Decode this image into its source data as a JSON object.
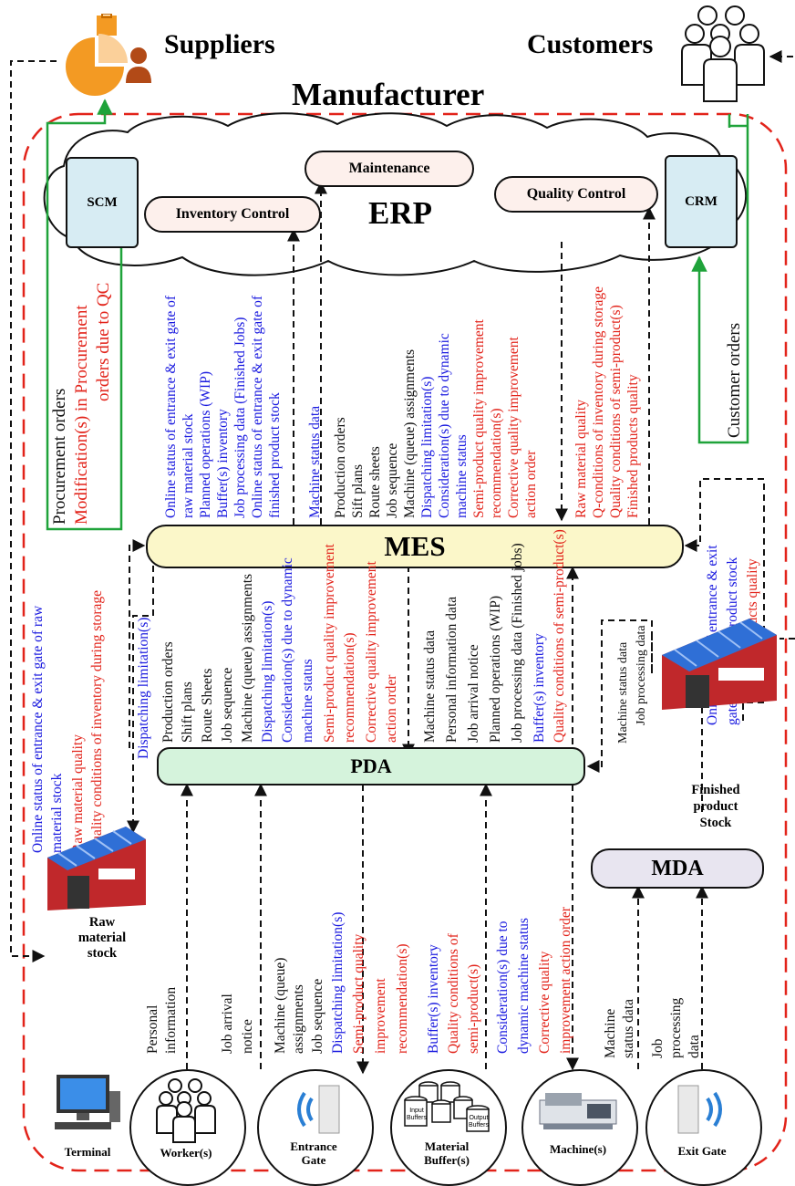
{
  "title": "Manufacturer",
  "suppliers": "Suppliers",
  "customers": "Customers",
  "erp": "ERP",
  "scm": "SCM",
  "crm": "CRM",
  "maintenance": "Maintenance",
  "inventory_control": "Inventory Control",
  "quality_control": "Quality Control",
  "mes": "MES",
  "pda": "PDA",
  "mda": "MDA",
  "scm_notes": {
    "line1": "Procurement orders",
    "line2": "Modification(s) in Procurement",
    "line3": "orders due to QC"
  },
  "customer_orders": "Customer orders",
  "inv_up": [
    "Online status of entrance & exit gate of",
    "raw material stock",
    "Planned operations (WIP)",
    "Buffer(s) inventory",
    "Job processing data (Finished Jobs)",
    "Online status of entrance & exit gate of",
    "finished product stock"
  ],
  "maint_up": "Machine status data",
  "erp_down": [
    "Production orders",
    "Sift plans",
    "Route sheets",
    "Job sequence",
    "Machine (queue) assignments",
    "Dispatching limitation(s)",
    "Consideration(s) due to dynamic",
    "machine status",
    "Semi-product quality improvement",
    "recommendation(s)",
    "Corrective quality improvement",
    "action order"
  ],
  "qc_up": [
    "Raw material quality",
    "Q-conditions of inventory during storage",
    "Quality conditions of semi-product(s)",
    "Finished products quality"
  ],
  "left_rm": [
    "Online status of entrance & exit gate of raw",
    "material stock",
    "Raw material quality",
    "Quality conditions of inventory during storage"
  ],
  "dispatching": "Dispatching limitation(s)",
  "mes_down": [
    "Production orders",
    "Shift plans",
    "Route Sheets",
    "Job sequence",
    "Machine (queue) assignments",
    "Dispatching limitation(s)",
    "Consideration(s) due to dynamic",
    "machine status",
    "Semi-product quality improvement",
    "recommendation(s)",
    "Corrective quality improvement",
    "action order"
  ],
  "pda_up": [
    "Machine status data",
    "Personal information data",
    "Job arrival notice",
    "Planned operations (WIP)",
    "Job processing data (Finished jobs)",
    "Buffer(s) inventory",
    "Quality conditions of semi-product(s)"
  ],
  "mda_up": [
    "Machine status data",
    "Job processing data"
  ],
  "fp_right": [
    "Online status of entrance & exit",
    "gate of finished product stock",
    "Finished products quality"
  ],
  "worker_notes": [
    "Personal",
    "information"
  ],
  "arrival_notes": [
    "Job arrival",
    "notice"
  ],
  "gate_notes": [
    "Machine (queue)",
    "assignments",
    "Job sequence",
    "Dispatching limitation(s)",
    "Semi-product quality",
    "improvement",
    "recommendation(s)"
  ],
  "buffer_notes": [
    "Buffer(s) inventory",
    "Quality conditions of",
    "semi-product(s)"
  ],
  "machine_notes": [
    "Consideration(s) due to",
    "dynamic machine status",
    "Corrective quality",
    "improvement action order"
  ],
  "mstatus_notes": [
    "Machine",
    "status data"
  ],
  "jobproc_notes": [
    "Job",
    "processing",
    "data"
  ],
  "raw_stock": [
    "Raw",
    "material",
    "stock"
  ],
  "finished_stock": [
    "Finished",
    "product",
    "Stock"
  ],
  "nodes": {
    "terminal": "Terminal",
    "workers": "Worker(s)",
    "entrance_gate": [
      "Entrance",
      "Gate"
    ],
    "material_buffers": [
      "Material",
      "Buffer(s)"
    ],
    "machines": "Machine(s)",
    "exit_gate": "Exit Gate",
    "input_buffers": [
      "Input",
      "Buffers"
    ],
    "output_buffers": [
      "Output",
      "Buffers"
    ]
  },
  "colors": {
    "blue_text": "#1a1adf",
    "red_text": "#e2231a",
    "border_red": "#e2231a",
    "green_line": "#1fa33a",
    "scm_crm_fill": "#d7ecf3",
    "mes_fill": "#fbf7c9",
    "pda_fill": "#d5f3dc",
    "mda_fill": "#e8e5f0",
    "pill_fill": "#fdf0ec"
  }
}
